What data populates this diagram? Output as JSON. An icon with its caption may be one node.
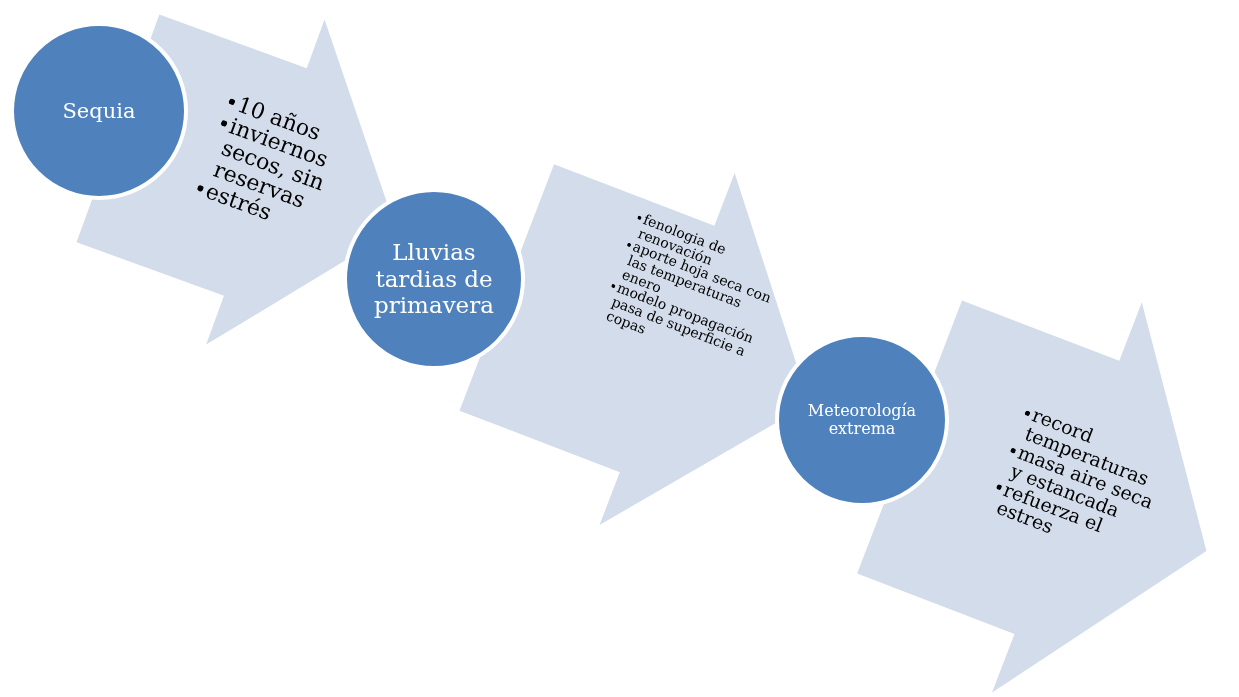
{
  "diagram": {
    "nodes": [
      {
        "text": [
          "Sequia"
        ]
      },
      {
        "text": [
          "10 años",
          "inviernos secos, sin reservas",
          "estrés"
        ]
      },
      {
        "text": [
          "Lluvias tardias de primavera"
        ]
      },
      {
        "text": [
          "fenologia de renovación",
          "aporte hoja seca con las temperaturas enero",
          "modelo propagación pasa de superficie a copas"
        ]
      },
      {
        "text": [
          "Meteorología extrema"
        ]
      },
      {
        "text": [
          "record temperaturas",
          "masa aire seca y estancada",
          "refuerza el estres"
        ]
      }
    ]
  }
}
